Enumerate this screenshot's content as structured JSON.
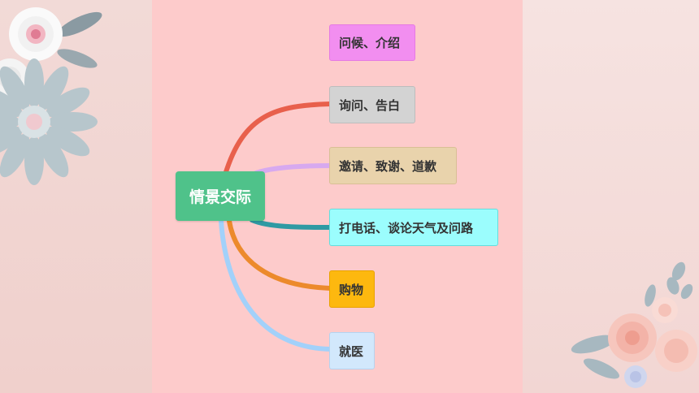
{
  "root": {
    "label": "情景交际",
    "color": "#4fc28a"
  },
  "branches": [
    {
      "label": "问候、介绍",
      "fill": "#f28ef0",
      "border": "#e57ae3",
      "line": "none"
    },
    {
      "label": "询问、告白",
      "fill": "#d3d3d3",
      "border": "#bdbdbd",
      "line": "#e8604c"
    },
    {
      "label": "邀请、致谢、道歉",
      "fill": "#e9d3ac",
      "border": "#d9bf95",
      "line": "#d7a9ef"
    },
    {
      "label": "打电话、谈论天气及问路",
      "fill": "#9bfdfd",
      "border": "#62dede",
      "line": "#2f9aa3"
    },
    {
      "label": "购物",
      "fill": "#fdb80f",
      "border": "#e8a200",
      "line": "#ec8a2c"
    },
    {
      "label": "就医",
      "fill": "#d2e8fc",
      "border": "#b5d3ef",
      "line": "#a2d1fa"
    }
  ]
}
